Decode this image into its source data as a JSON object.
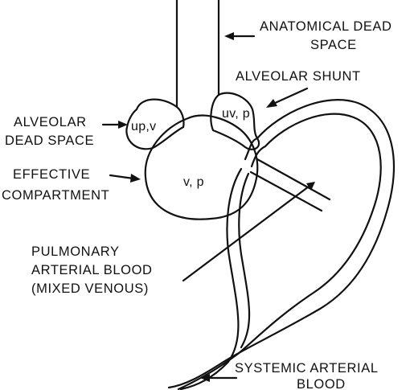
{
  "labels": {
    "anatomical_dead_space_line1": "ANATOMICAL DEAD",
    "anatomical_dead_space_line2": "SPACE",
    "alveolar_shunt": "ALVEOLAR SHUNT",
    "alveolar_dead_space_line1": "ALVEOLAR",
    "alveolar_dead_space_line2": "DEAD SPACE",
    "effective_compartment_line1": "EFFECTIVE",
    "effective_compartment_line2": "COMPARTMENT",
    "pulmonary_line1": "PULMONARY",
    "pulmonary_line2": "ARTERIAL BLOOD",
    "pulmonary_line3": "(MIXED VENOUS)",
    "systemic_line1": "SYSTEMIC ARTERIAL",
    "systemic_line2": "BLOOD"
  },
  "compartments": {
    "dead_space_text": "up,v",
    "shunt_text": "uv, p",
    "effective_text": "v, p"
  },
  "colors": {
    "ink": "#111111",
    "background": "#ffffff"
  }
}
